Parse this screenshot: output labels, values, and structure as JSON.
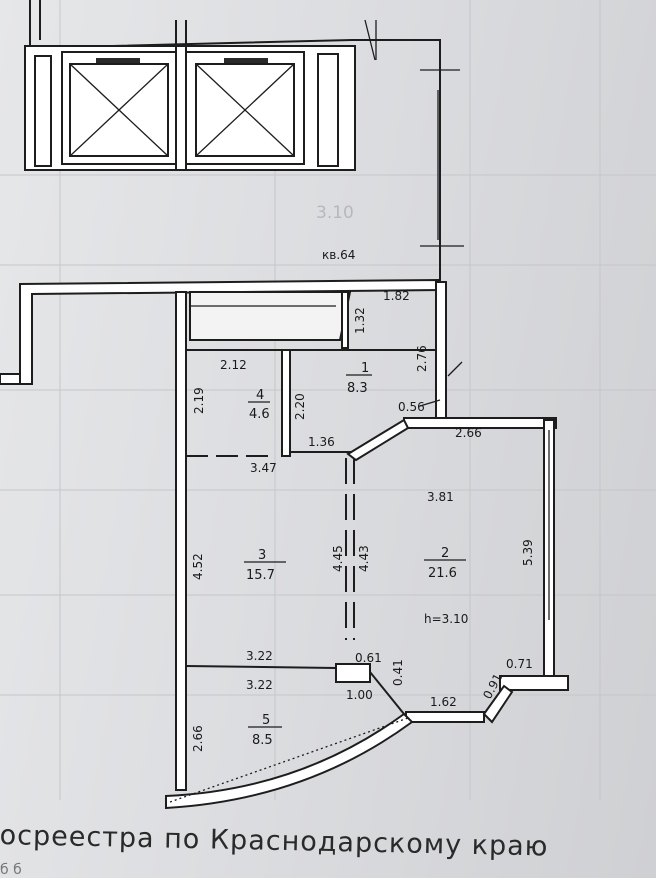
{
  "apartment_label": "кв.64",
  "height_label": "h=3.10",
  "faint_labels": [
    "3.10"
  ],
  "rooms": [
    {
      "number": "1",
      "area": "8.3"
    },
    {
      "number": "2",
      "area": "21.6"
    },
    {
      "number": "3",
      "area": "15.7"
    },
    {
      "number": "4",
      "area": "4.6"
    },
    {
      "number": "5",
      "area": "8.5"
    }
  ],
  "dimensions": {
    "d182": "1.82",
    "d132": "1.32",
    "d276": "2.76",
    "d212": "2.12",
    "d219": "2.19",
    "d220": "2.20",
    "d056": "0.56",
    "d266a": "2.66",
    "d136": "1.36",
    "d347": "3.47",
    "d381": "3.81",
    "d539": "5.39",
    "d452": "4.52",
    "d445": "4.45",
    "d443": "4.43",
    "d322a": "3.22",
    "d322b": "3.22",
    "d061": "0.61",
    "d041": "0.41",
    "d100": "1.00",
    "d162": "1.62",
    "d091": "0.91",
    "d071": "0.71",
    "d266b": "2.66"
  },
  "footer_text": "осреестра по Краснодарскому краю",
  "footer_partial": "б б"
}
